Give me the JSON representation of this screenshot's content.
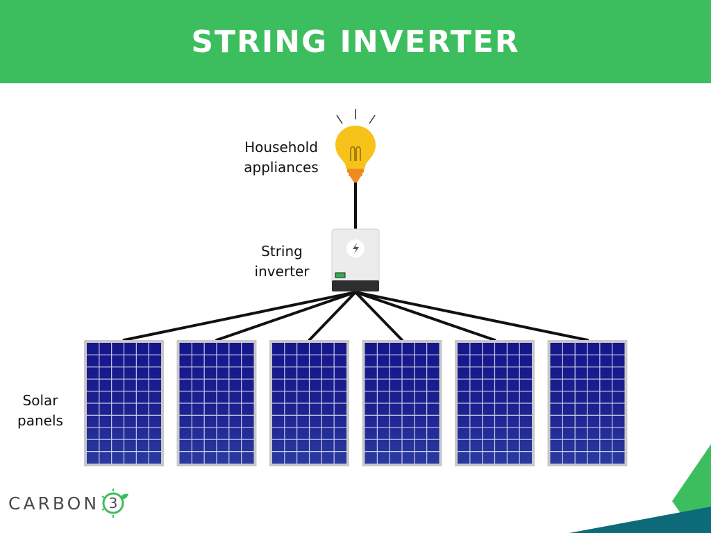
{
  "title": "STRING INVERTER",
  "labels": {
    "appliances": [
      "Household",
      "appliances"
    ],
    "inverter": [
      "String",
      "inverter"
    ],
    "panels": [
      "Solar",
      "panels"
    ]
  },
  "logo": {
    "text": "CARBON",
    "badge": "3"
  },
  "icons": {
    "bulb": "light-bulb-icon",
    "inverter_symbol": "lightning-bolt-icon"
  },
  "panel_count": 6,
  "colors": {
    "header": "#3dbe5e",
    "panel_cell": "#1c1f8f",
    "panel_frame": "#c8c8c8",
    "bulb": "#f7c31a",
    "bulb_base": "#f08a1e",
    "wire": "#111111",
    "corner_green": "#3dbe5e",
    "corner_teal": "#0d6a78"
  }
}
